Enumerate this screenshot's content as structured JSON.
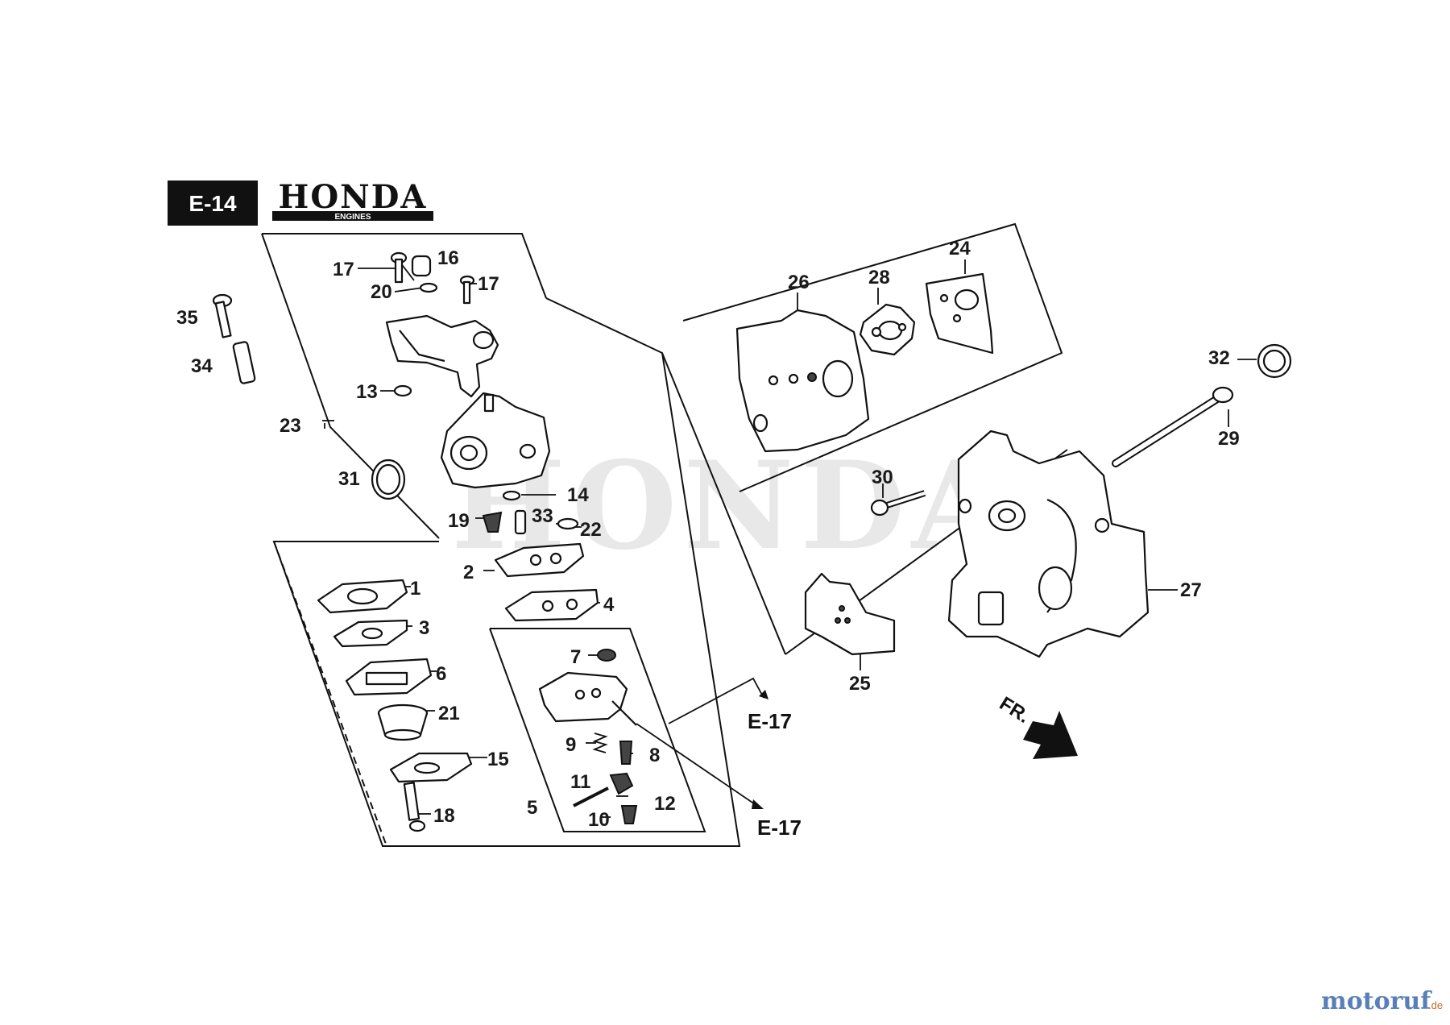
{
  "header": {
    "section_code": "E-14",
    "brand": "HONDA",
    "brand_sub": "ENGINES"
  },
  "watermark": "HONDA",
  "callouts": {
    "p1": "1",
    "p2": "2",
    "p3": "3",
    "p4": "4",
    "p5": "5",
    "p6": "6",
    "p7": "7",
    "p8": "8",
    "p9": "9",
    "p10": "10",
    "p11": "11",
    "p12": "12",
    "p13": "13",
    "p14": "14",
    "p15": "15",
    "p16": "16",
    "p17a": "17",
    "p17b": "17",
    "p18": "18",
    "p19": "19",
    "p20": "20",
    "p21": "21",
    "p22": "22",
    "p23": "23",
    "p24": "24",
    "p25": "25",
    "p26": "26",
    "p27": "27",
    "p28": "28",
    "p29": "29",
    "p30": "30",
    "p31": "31",
    "p32": "32",
    "p33": "33",
    "p34": "34",
    "p35": "35"
  },
  "cross_refs": {
    "ref_a": "E-17",
    "ref_b": "E-17"
  },
  "front_indicator": "FR.",
  "footer": {
    "site_main": "motoruf",
    "site_tld": ".de"
  }
}
